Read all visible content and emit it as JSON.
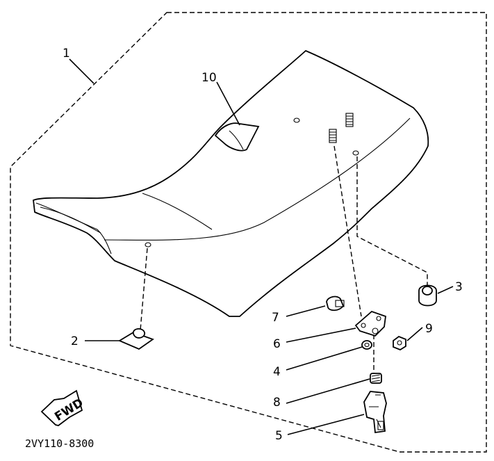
{
  "callouts": [
    {
      "id": "1",
      "text": "1"
    },
    {
      "id": "2",
      "text": "2"
    },
    {
      "id": "3",
      "text": "3"
    },
    {
      "id": "4",
      "text": "4"
    },
    {
      "id": "5",
      "text": "5"
    },
    {
      "id": "6",
      "text": "6"
    },
    {
      "id": "7",
      "text": "7"
    },
    {
      "id": "8",
      "text": "8"
    },
    {
      "id": "9",
      "text": "9"
    },
    {
      "id": "10",
      "text": "10"
    }
  ],
  "fwd_label": "FWD",
  "diagram_code": "2VY110-8300"
}
